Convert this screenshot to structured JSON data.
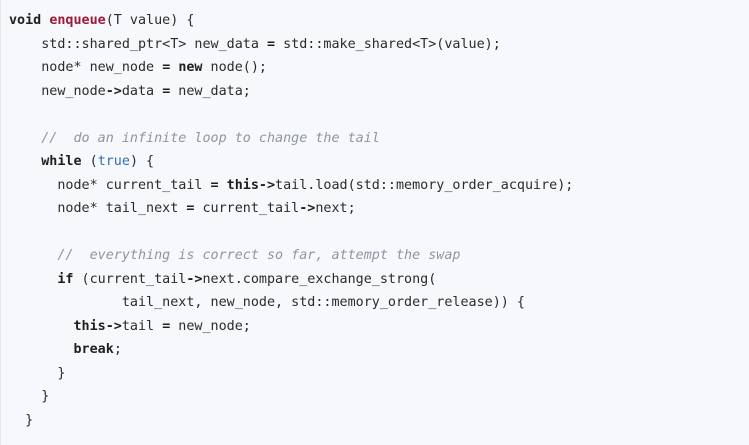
{
  "code_lines": [
    [
      {
        "t": "void",
        "k": "type"
      },
      {
        "t": " ",
        "k": "plain"
      },
      {
        "t": "enqueue",
        "k": "func"
      },
      {
        "t": "(T value) {",
        "k": "plain"
      }
    ],
    [
      {
        "t": "    std::shared_ptr<T> new_data ",
        "k": "plain"
      },
      {
        "t": "=",
        "k": "op"
      },
      {
        "t": " std::make_shared<T>(value);",
        "k": "plain"
      }
    ],
    [
      {
        "t": "    node* new_node ",
        "k": "plain"
      },
      {
        "t": "=",
        "k": "op"
      },
      {
        "t": " ",
        "k": "plain"
      },
      {
        "t": "new",
        "k": "keyword"
      },
      {
        "t": " node();",
        "k": "plain"
      }
    ],
    [
      {
        "t": "    new_node",
        "k": "plain"
      },
      {
        "t": "->",
        "k": "op"
      },
      {
        "t": "data ",
        "k": "plain"
      },
      {
        "t": "=",
        "k": "op"
      },
      {
        "t": " new_data;",
        "k": "plain"
      }
    ],
    [],
    [
      {
        "t": "    ",
        "k": "plain"
      },
      {
        "t": "//  do an infinite loop to change the tail",
        "k": "comment"
      }
    ],
    [
      {
        "t": "    ",
        "k": "plain"
      },
      {
        "t": "while",
        "k": "keyword"
      },
      {
        "t": " (",
        "k": "plain"
      },
      {
        "t": "true",
        "k": "bool"
      },
      {
        "t": ") {",
        "k": "plain"
      }
    ],
    [
      {
        "t": "      node* current_tail ",
        "k": "plain"
      },
      {
        "t": "=",
        "k": "op"
      },
      {
        "t": " ",
        "k": "plain"
      },
      {
        "t": "this",
        "k": "keyword"
      },
      {
        "t": "->",
        "k": "op"
      },
      {
        "t": "tail.load(std::memory_order_acquire);",
        "k": "plain"
      }
    ],
    [
      {
        "t": "      node* tail_next ",
        "k": "plain"
      },
      {
        "t": "=",
        "k": "op"
      },
      {
        "t": " current_tail",
        "k": "plain"
      },
      {
        "t": "->",
        "k": "op"
      },
      {
        "t": "next;",
        "k": "plain"
      }
    ],
    [],
    [
      {
        "t": "      ",
        "k": "plain"
      },
      {
        "t": "//  everything is correct so far, attempt the swap",
        "k": "comment"
      }
    ],
    [
      {
        "t": "      ",
        "k": "plain"
      },
      {
        "t": "if",
        "k": "keyword"
      },
      {
        "t": " (current_tail",
        "k": "plain"
      },
      {
        "t": "->",
        "k": "op"
      },
      {
        "t": "next.compare_exchange_strong(",
        "k": "plain"
      }
    ],
    [
      {
        "t": "              tail_next, new_node, std::memory_order_release)) {",
        "k": "plain"
      }
    ],
    [
      {
        "t": "        ",
        "k": "plain"
      },
      {
        "t": "this",
        "k": "keyword"
      },
      {
        "t": "->",
        "k": "op"
      },
      {
        "t": "tail ",
        "k": "plain"
      },
      {
        "t": "=",
        "k": "op"
      },
      {
        "t": " new_node;",
        "k": "plain"
      }
    ],
    [
      {
        "t": "        ",
        "k": "plain"
      },
      {
        "t": "break",
        "k": "keyword"
      },
      {
        "t": ";",
        "k": "plain"
      }
    ],
    [
      {
        "t": "      }",
        "k": "plain"
      }
    ],
    [
      {
        "t": "    }",
        "k": "plain"
      }
    ],
    [
      {
        "t": "  }",
        "k": "plain"
      }
    ]
  ]
}
